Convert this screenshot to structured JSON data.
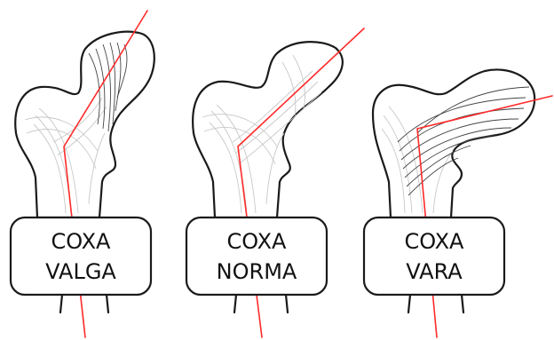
{
  "panels": [
    {
      "line1": "COXA",
      "line2": "VALGA"
    },
    {
      "line1": "COXA",
      "line2": "NORMA"
    },
    {
      "line1": "COXA",
      "line2": "VARA"
    }
  ],
  "colors": {
    "bone_outline": "#1a1a1a",
    "axis_line": "#ff2a2a",
    "trabecular_light": "#c8c8c8",
    "trabecular_dark": "#444444"
  }
}
